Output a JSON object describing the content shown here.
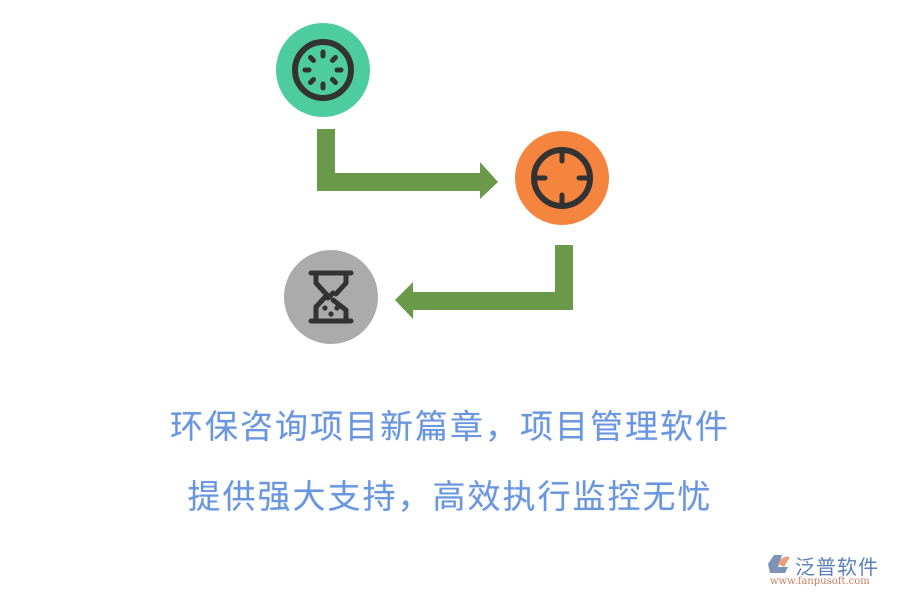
{
  "diagram": {
    "nodes": [
      {
        "id": "start",
        "icon": "loading-spinner-icon",
        "color": "#4ccc9f",
        "icon_color": "#333333"
      },
      {
        "id": "target",
        "icon": "crosshair-target-icon",
        "color": "#f5843f",
        "icon_color": "#333333"
      },
      {
        "id": "wait",
        "icon": "hourglass-icon",
        "color": "#ababab",
        "icon_color": "#333333"
      }
    ],
    "edges": [
      {
        "from": "start",
        "to": "target",
        "color": "#6a994a"
      },
      {
        "from": "target",
        "to": "wait",
        "color": "#6a994a"
      }
    ]
  },
  "caption": {
    "line1": "环保咨询项目新篇章，项目管理软件",
    "line2": "提供强大支持，高效执行监控无忧",
    "color": "#6a96e0"
  },
  "watermark": {
    "name": "泛普软件",
    "url": "www.fanpusoft.com"
  }
}
